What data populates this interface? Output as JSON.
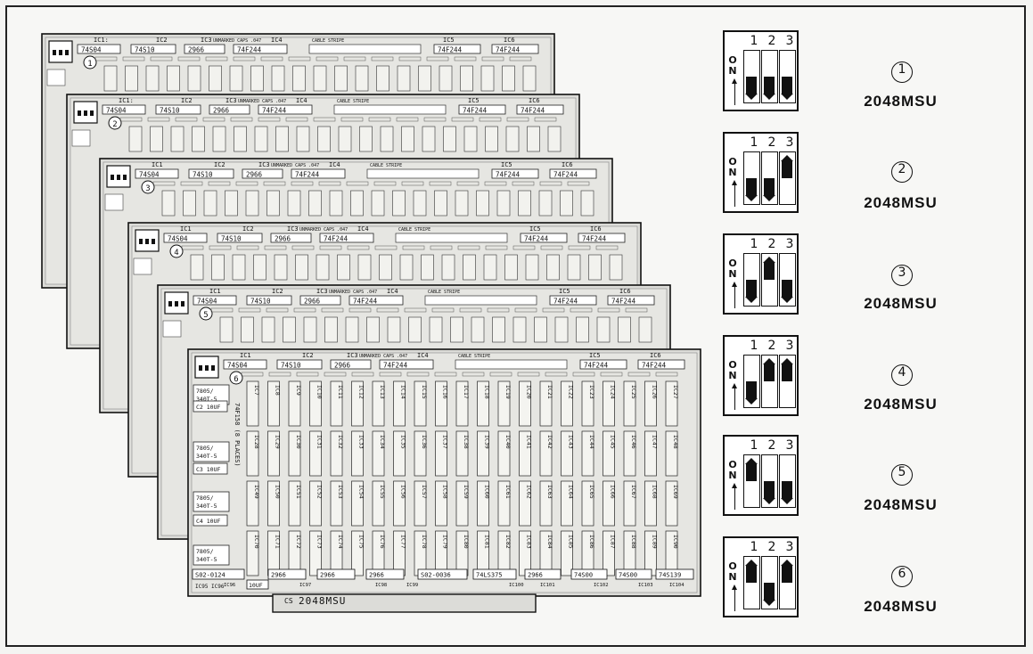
{
  "boards": [
    {
      "marker": "①",
      "ic_labels": [
        "IC1:",
        "IC2",
        "IC3",
        "IC4",
        "IC5",
        "IC6"
      ],
      "chips": [
        "74S04",
        "74S10",
        "2966",
        "74F244",
        "74F244",
        "74F244"
      ],
      "caps_note": "UNMARKED CAPS .047",
      "stripe": "CABLE STRIPE"
    },
    {
      "marker": "②",
      "ic_labels": [
        "IC1:",
        "IC2",
        "IC3",
        "IC4",
        "IC5",
        "IC6"
      ],
      "chips": [
        "74S04",
        "74S10",
        "2966",
        "74F244",
        "74F244",
        "74F244"
      ],
      "caps_note": "UNMARKED CAPS .047",
      "stripe": "CABLE STRIPE"
    },
    {
      "marker": "③",
      "ic_labels": [
        "IC1",
        "IC2",
        "IC3",
        "IC4",
        "IC5",
        "IC6"
      ],
      "chips": [
        "74S04",
        "74S10",
        "2966",
        "74F244",
        "74F244",
        "74F244"
      ],
      "caps_note": "UNMARKED CAPS .047",
      "stripe": "CABLE STRIPE"
    },
    {
      "marker": "④",
      "ic_labels": [
        "IC1",
        "IC2",
        "IC3",
        "IC4",
        "IC5",
        "IC6"
      ],
      "chips": [
        "74S04",
        "74S10",
        "2966",
        "74F244",
        "74F244",
        "74F244"
      ],
      "caps_note": "UNMARKED CAPS .047",
      "stripe": "CABLE STRIPE"
    },
    {
      "marker": "⑤",
      "ic_labels": [
        "IC1",
        "IC2",
        "IC3",
        "IC4",
        "IC5",
        "IC6"
      ],
      "chips": [
        "74S04",
        "74S10",
        "2966",
        "74F244",
        "74F244",
        "74F244"
      ],
      "caps_note": "UNMARKED CAPS .047",
      "stripe": "CABLE STRIPE"
    },
    {
      "marker": "⑥",
      "ic_labels": [
        "IC1",
        "IC2",
        "IC3",
        "IC4",
        "IC5",
        "IC6"
      ],
      "chips": [
        "74S04",
        "74S10",
        "2966",
        "74F244",
        "74F244",
        "74F244"
      ],
      "caps_note": "UNMARKED CAPS .047",
      "stripe": "CABLE STRIPE"
    }
  ],
  "front_board": {
    "cap_label": "10UF",
    "left_parts": [
      "7805/\n340T-5",
      "C2 10UF",
      "7805/\n340T-5",
      "C3 10UF",
      "7805/\n340T-5",
      "C4 10UF",
      "7805/\n340T-5"
    ],
    "side_text": "74F158 (8 PLACES)",
    "bottom_chips": [
      "S02-0124",
      "2966",
      "2966",
      "2966",
      "S02-0036",
      "74LS375",
      "2966",
      "74S00",
      "74S00",
      "74S139"
    ],
    "bottom_labels": [
      "IC96",
      "IC97",
      "IC98",
      "IC99",
      "IC100",
      "IC101",
      "IC102",
      "IC103",
      "IC104"
    ],
    "model": "2048MSU",
    "cs_label": "CS",
    "corner_label": "IC95 IC96"
  },
  "switch_header": [
    "1",
    "2",
    "3"
  ],
  "on_label": "ON",
  "settings": [
    {
      "marker": "①",
      "label": "2048MSU",
      "switches": [
        "off",
        "off",
        "off"
      ]
    },
    {
      "marker": "②",
      "label": "2048MSU",
      "switches": [
        "off",
        "off",
        "on"
      ]
    },
    {
      "marker": "③",
      "label": "2048MSU",
      "switches": [
        "off",
        "on",
        "off"
      ]
    },
    {
      "marker": "④",
      "label": "2048MSU",
      "switches": [
        "off",
        "on",
        "on"
      ]
    },
    {
      "marker": "⑤",
      "label": "2048MSU",
      "switches": [
        "on",
        "off",
        "off"
      ]
    },
    {
      "marker": "⑥",
      "label": "2048MSU",
      "switches": [
        "on",
        "off",
        "on"
      ]
    }
  ]
}
